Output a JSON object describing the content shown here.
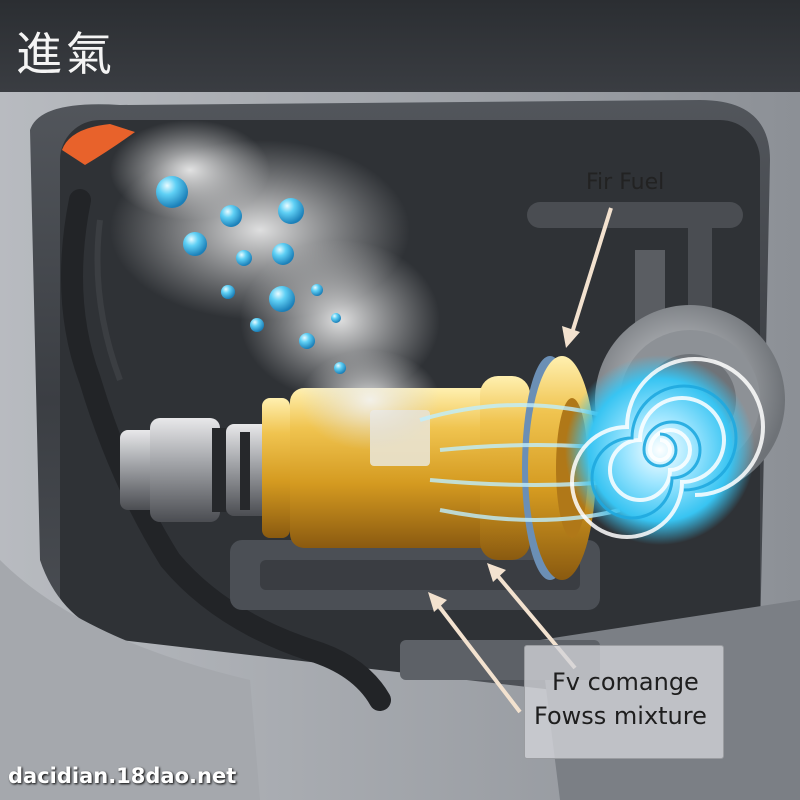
{
  "title": {
    "text": "進氣"
  },
  "labels": {
    "fuel": "Fir Fuel",
    "mixture_line1": "Fv comange",
    "mixture_line2": "Fowss mixture"
  },
  "watermark": "dacidian.18dao.net",
  "colors": {
    "brass": "#d9a72c",
    "air_swirl": "#38c4f2",
    "droplet": "#2aa9e0",
    "engine_bay": "#3b3e43",
    "seal_ring": "#6b8fb5",
    "orange_cap": "#e8622b"
  }
}
